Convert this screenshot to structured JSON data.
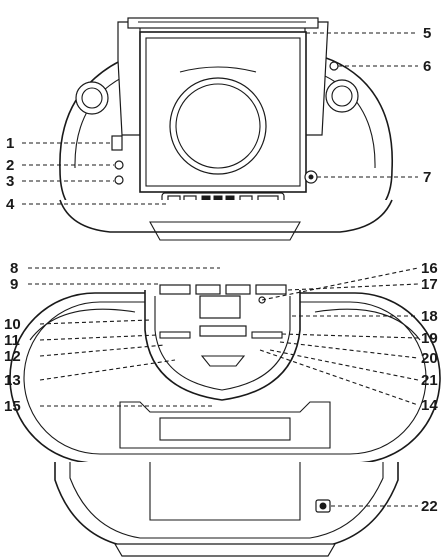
{
  "callouts": [
    {
      "id": "c1",
      "label": "1"
    },
    {
      "id": "c2",
      "label": "2"
    },
    {
      "id": "c3",
      "label": "3"
    },
    {
      "id": "c4",
      "label": "4"
    },
    {
      "id": "c5",
      "label": "5"
    },
    {
      "id": "c6",
      "label": "6"
    },
    {
      "id": "c7",
      "label": "7"
    },
    {
      "id": "c8",
      "label": "8"
    },
    {
      "id": "c9",
      "label": "9"
    },
    {
      "id": "c10",
      "label": "10"
    },
    {
      "id": "c11",
      "label": "11"
    },
    {
      "id": "c12",
      "label": "12"
    },
    {
      "id": "c13",
      "label": "13"
    },
    {
      "id": "c14",
      "label": "14"
    },
    {
      "id": "c15",
      "label": "15"
    },
    {
      "id": "c16",
      "label": "16"
    },
    {
      "id": "c17",
      "label": "17"
    },
    {
      "id": "c18",
      "label": "18"
    },
    {
      "id": "c19",
      "label": "19"
    },
    {
      "id": "c20",
      "label": "20"
    },
    {
      "id": "c21",
      "label": "21"
    },
    {
      "id": "c22",
      "label": "22"
    }
  ],
  "colors": {
    "line": "#1a1a1a",
    "background": "#ffffff"
  }
}
